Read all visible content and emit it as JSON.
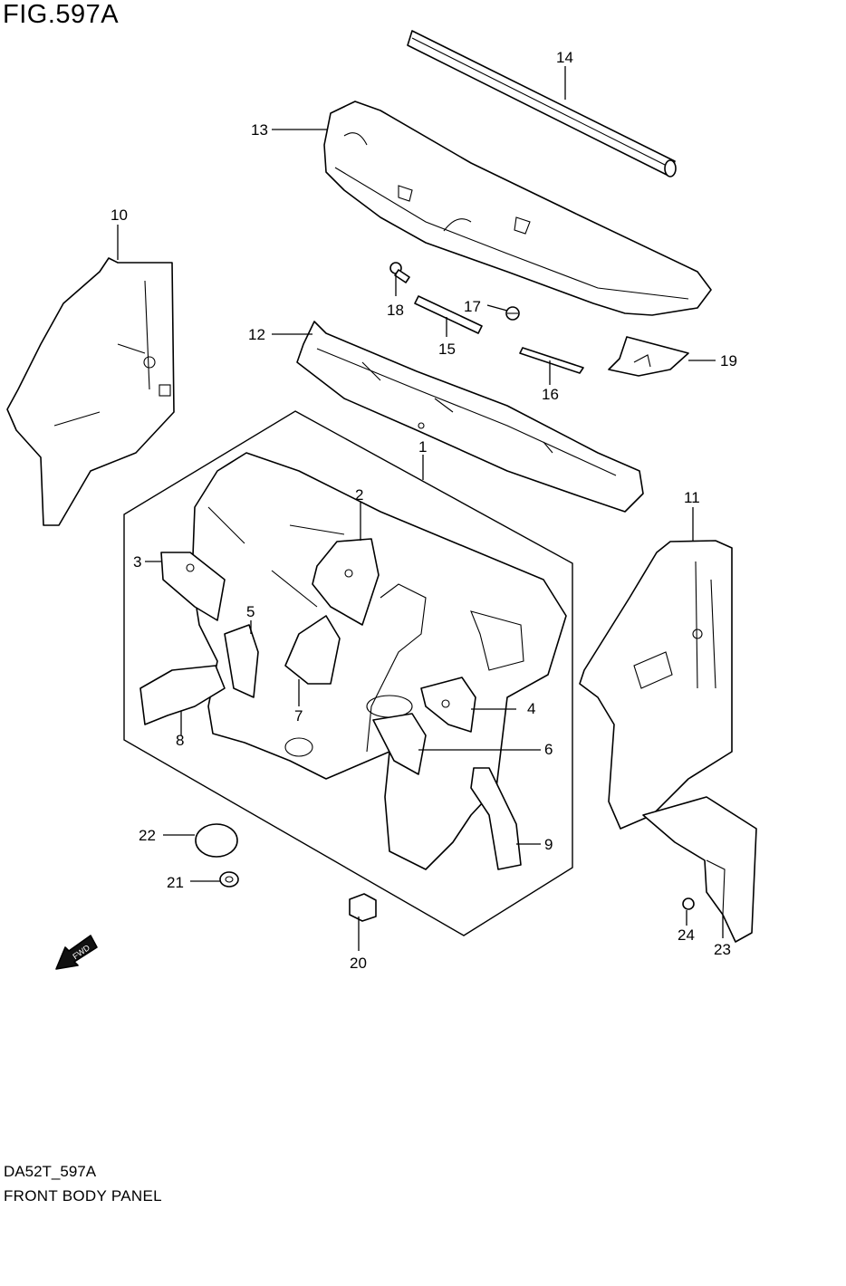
{
  "figure": {
    "title": "FIG.597A",
    "code": "DA52T_597A",
    "caption": "FRONT BODY PANEL",
    "fwd_label": "FWD"
  },
  "callouts": [
    "1",
    "2",
    "3",
    "4",
    "5",
    "6",
    "7",
    "8",
    "9",
    "10",
    "11",
    "12",
    "13",
    "14",
    "15",
    "16",
    "17",
    "18",
    "19",
    "20",
    "21",
    "22",
    "23",
    "24"
  ]
}
